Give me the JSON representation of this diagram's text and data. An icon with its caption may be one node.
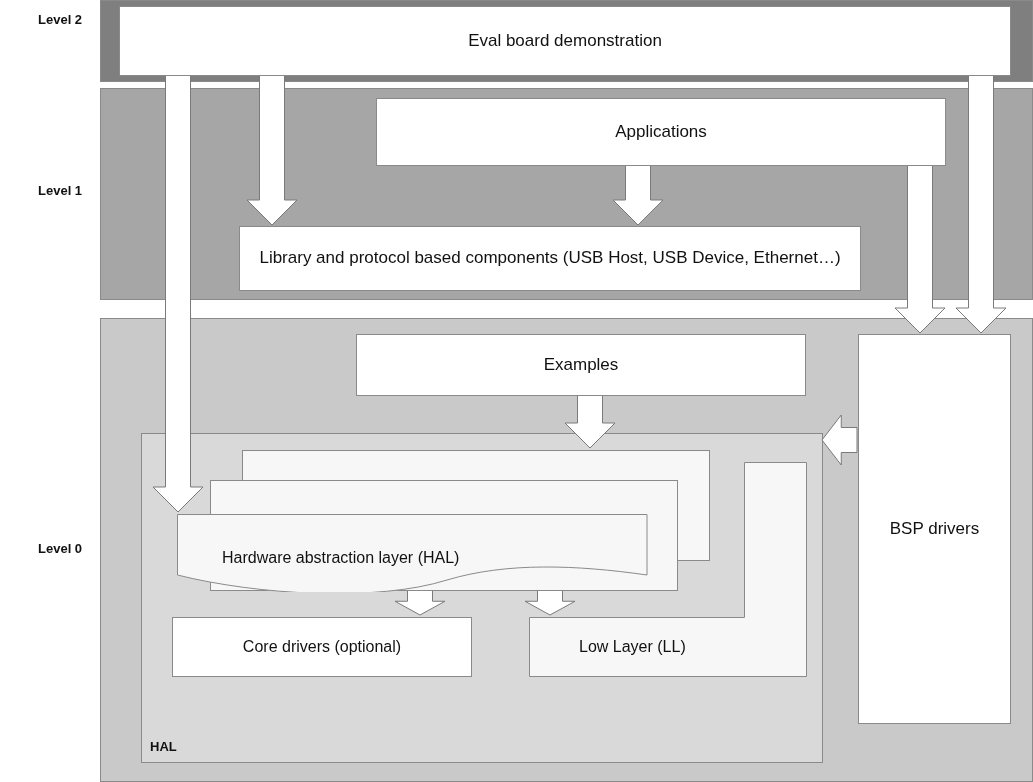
{
  "diagram": {
    "nodes": [
      {
        "text": [],
        "shape": "band"
      },
      {
        "text": [
          "Eval board demonstration"
        ],
        "in": 0
      },
      {
        "text": [],
        "shape": "band"
      },
      {
        "text": [
          "Applications"
        ],
        "in": 2
      },
      {
        "text": [
          "Library and protocol based components (USB Host, USB Device, Ethernet…)"
        ],
        "in": 2
      },
      {
        "text": [],
        "shape": "band"
      },
      {
        "text": [
          "Examples"
        ],
        "in": 5
      },
      {
        "text": [
          "BSP drivers"
        ],
        "in": 5
      },
      {
        "text": [
          "HAL"
        ],
        "in": 5
      },
      {
        "text": [
          "Hardware abstraction layer (HAL)"
        ],
        "in": 8
      },
      {
        "text": [
          "Low Layer (LL)"
        ],
        "in": 8
      },
      {
        "text": [
          "Core drivers (optional)"
        ],
        "in": 8
      }
    ],
    "edges": [
      {
        "from": 1,
        "to": 9,
        "arrow": "to"
      },
      {
        "from": 1,
        "to": 4,
        "arrow": "to"
      },
      {
        "from": 1,
        "to": 7,
        "arrow": "to"
      },
      {
        "from": 3,
        "to": 4,
        "arrow": "to"
      },
      {
        "from": 3,
        "to": 7,
        "arrow": "to"
      },
      {
        "from": 6,
        "to": 9,
        "arrow": "to"
      },
      {
        "from": 7,
        "to": 8,
        "arrow": "to"
      },
      {
        "from": 9,
        "to": 11,
        "arrow": "to"
      },
      {
        "from": 9,
        "to": 10,
        "arrow": "to"
      }
    ],
    "labels": [
      "Level 2",
      "Level 1",
      "Level 0"
    ]
  }
}
